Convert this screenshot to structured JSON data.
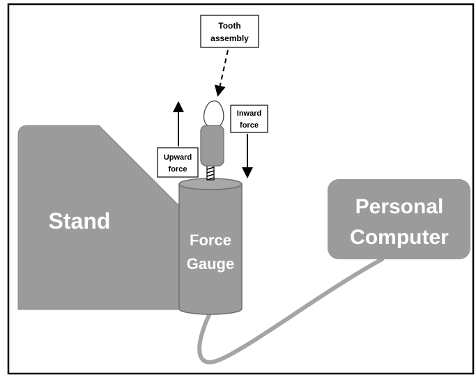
{
  "labels": {
    "tooth_assembly": [
      "Tooth",
      "assembly"
    ],
    "inward_force": [
      "Inward",
      "force"
    ],
    "upward_force": [
      "Upward",
      "force"
    ],
    "stand": "Stand",
    "force_gauge": [
      "Force",
      "Gauge"
    ],
    "personal_computer": [
      "Personal",
      "Computer"
    ]
  },
  "colors": {
    "shape_fill": "#9b9b9b",
    "shape_stroke": "#7a7a7a",
    "text_on_shape": "#ffffff",
    "line": "#000000",
    "frame": "#000000"
  }
}
